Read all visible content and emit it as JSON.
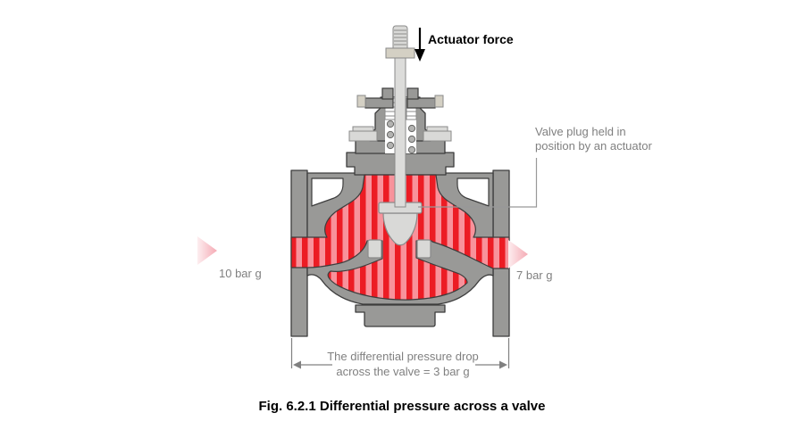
{
  "figure": {
    "actuator_label": "Actuator force",
    "plug_note": {
      "line1": "Valve plug held in",
      "line2": "position by an actuator"
    },
    "inlet_pressure_label": "10 bar g",
    "outlet_pressure_label": "7 bar g",
    "dp_note": {
      "line1": "The differential pressure drop",
      "line2": "across the valve = 3 bar g"
    },
    "caption": "Fig. 6.2.1 Differential pressure across a valve"
  },
  "colors": {
    "body_gray": "#999997",
    "outline_dark": "#3d3d3d",
    "fluid_red": "#EC1C24",
    "fluid_pink": "#F8929B",
    "light_gray": "#d9d9d7",
    "tab_beige": "#d4d0c4",
    "label_gray": "#808080",
    "flow_arrow_pink_light": "#fdeef0",
    "flow_arrow_pink_dark": "#f5aab4",
    "leader_gray": "#999999"
  }
}
